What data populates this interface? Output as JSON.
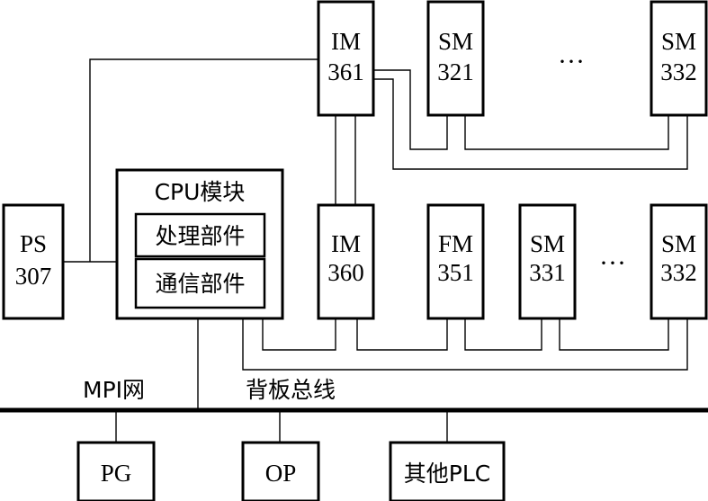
{
  "modules_top": {
    "im361": [
      "IM",
      "361"
    ],
    "sm321": [
      "SM",
      "321"
    ],
    "ellipsis": "···",
    "sm332_top": [
      "SM",
      "332"
    ]
  },
  "modules_mid": {
    "ps307": [
      "PS",
      "307"
    ],
    "cpu_title": "CPU模块",
    "cpu_part1": "处理部件",
    "cpu_part2": "通信部件",
    "im360": [
      "IM",
      "360"
    ],
    "fm351": [
      "FM",
      "351"
    ],
    "sm331": [
      "SM",
      "331"
    ],
    "ellipsis": "···",
    "sm332_mid": [
      "SM",
      "332"
    ]
  },
  "labels": {
    "mpi": "MPI网",
    "backplane": "背板总线"
  },
  "devices": {
    "pg": "PG",
    "op": "OP",
    "other_plc": "其他PLC"
  }
}
